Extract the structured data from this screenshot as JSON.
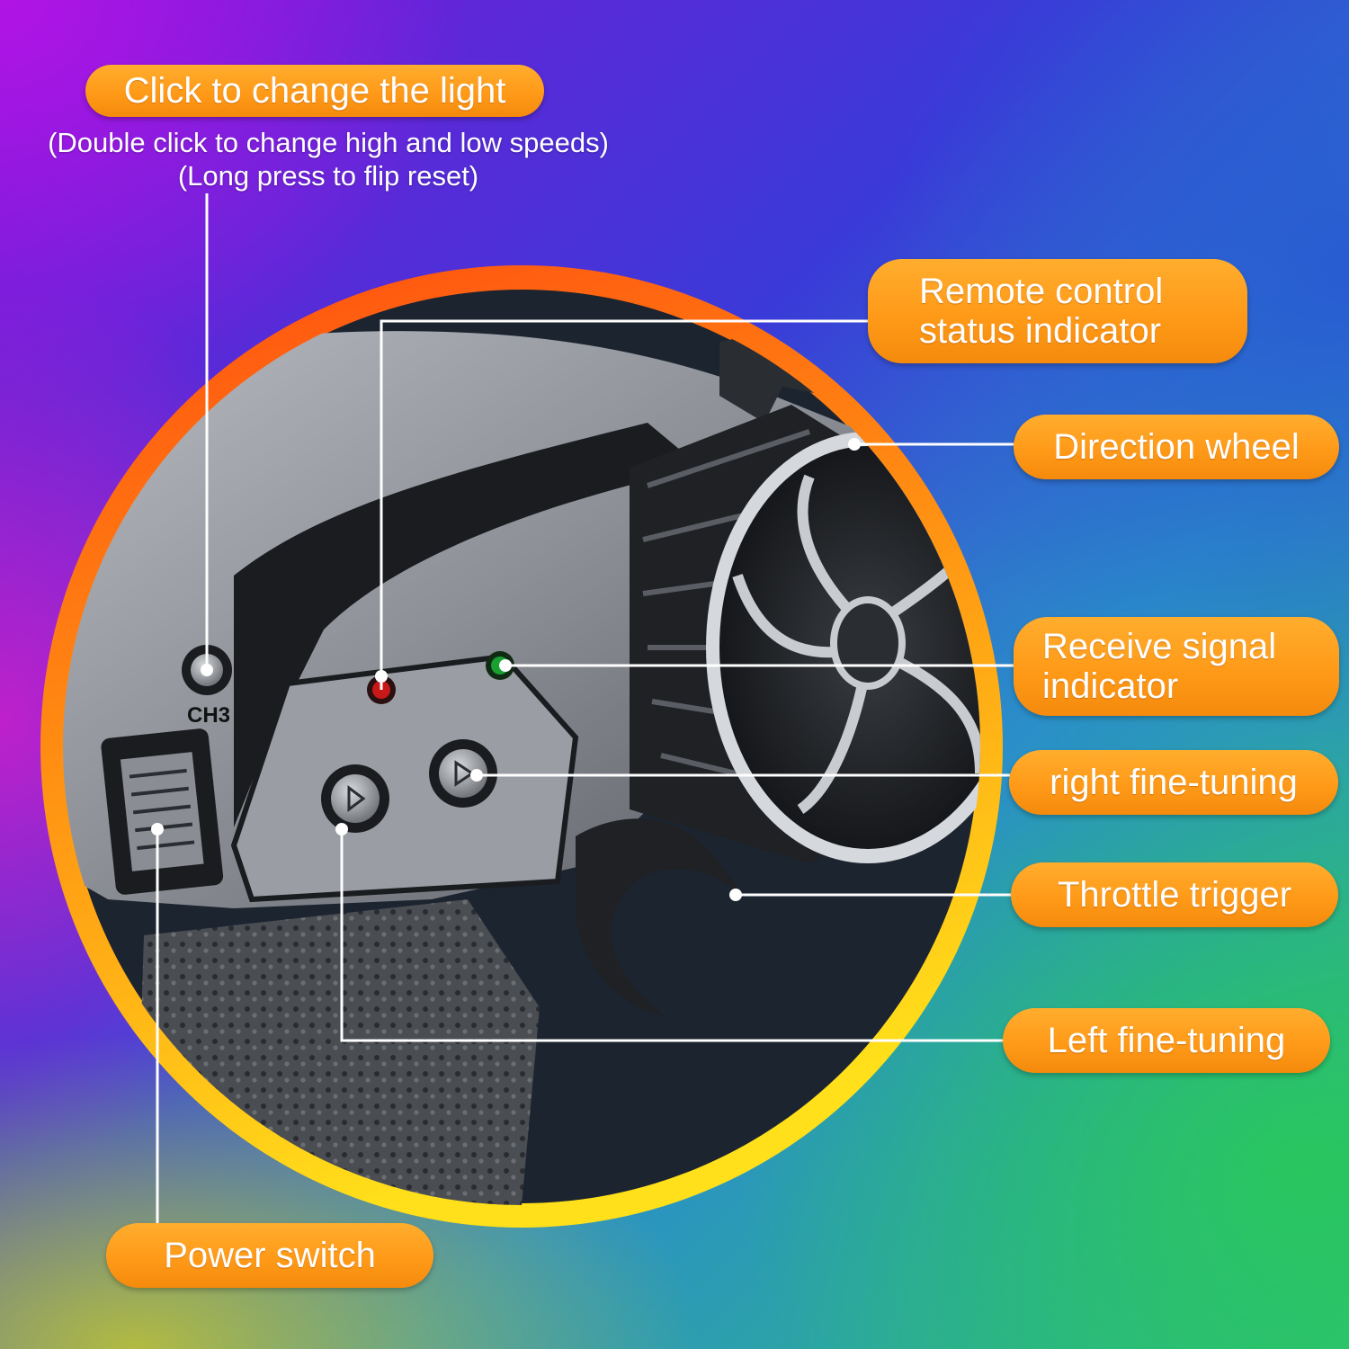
{
  "labels": {
    "light": {
      "title": "Click to change the light",
      "note_line1": "(Double click to change high and low speeds)",
      "note_line2": "(Long press to flip reset)"
    },
    "status_indicator": {
      "line1": "Remote control",
      "line2": "status indicator"
    },
    "direction_wheel": "Direction wheel",
    "receive_signal": {
      "line1": "Receive signal",
      "line2": "indicator"
    },
    "right_fine_tuning": "right fine-tuning",
    "throttle_trigger": "Throttle trigger",
    "left_fine_tuning": "Left fine-tuning",
    "power_switch": "Power switch"
  },
  "device_text": {
    "ch3": "CH3"
  },
  "icons": [
    "left-arrow-icon",
    "right-arrow-icon"
  ],
  "colors": {
    "pill_orange": "#ff9a18",
    "ring_orange": "#ff6a10",
    "ring_yellow": "#ffd21a",
    "red_led": "#c81818",
    "green_led": "#18a030",
    "callout_line": "#ffffff"
  }
}
